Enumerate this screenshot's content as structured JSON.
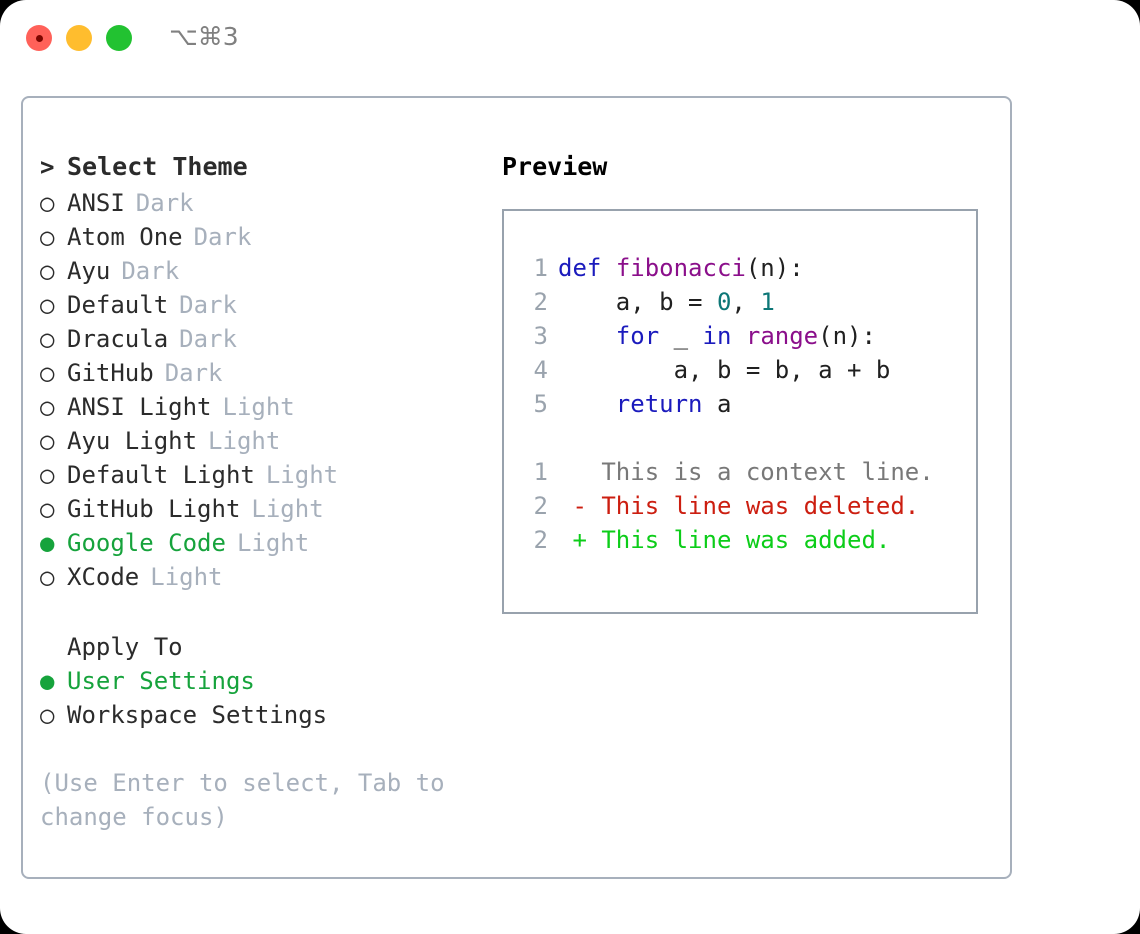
{
  "window": {
    "title": "⌥⌘3",
    "traffic_lights": [
      "close-red",
      "minimize-yellow",
      "maximize-green"
    ]
  },
  "theme_picker": {
    "header_marker": ">",
    "header_label": "Select Theme",
    "selected_marker": "●",
    "unselected_marker": "○",
    "items": [
      {
        "marker": "○",
        "name": "ANSI",
        "variant": "Dark",
        "selected": false
      },
      {
        "marker": "○",
        "name": "Atom One",
        "variant": "Dark",
        "selected": false
      },
      {
        "marker": "○",
        "name": "Ayu",
        "variant": "Dark",
        "selected": false
      },
      {
        "marker": "○",
        "name": "Default",
        "variant": "Dark",
        "selected": false
      },
      {
        "marker": "○",
        "name": "Dracula",
        "variant": "Dark",
        "selected": false
      },
      {
        "marker": "○",
        "name": "GitHub",
        "variant": "Dark",
        "selected": false
      },
      {
        "marker": "○",
        "name": "ANSI Light",
        "variant": "Light",
        "selected": false
      },
      {
        "marker": "○",
        "name": "Ayu Light",
        "variant": "Light",
        "selected": false
      },
      {
        "marker": "○",
        "name": "Default Light",
        "variant": "Light",
        "selected": false
      },
      {
        "marker": "○",
        "name": "GitHub Light",
        "variant": "Light",
        "selected": false
      },
      {
        "marker": "●",
        "name": "Google Code",
        "variant": "Light",
        "selected": true
      },
      {
        "marker": "○",
        "name": "XCode",
        "variant": "Light",
        "selected": false
      }
    ]
  },
  "apply_to": {
    "label": "Apply To",
    "items": [
      {
        "marker": "●",
        "name": "User Settings",
        "selected": true
      },
      {
        "marker": "○",
        "name": "Workspace Settings",
        "selected": false
      }
    ]
  },
  "hint": "(Use Enter to select, Tab to change focus)",
  "preview": {
    "title": "Preview",
    "code_lines": [
      {
        "ln": "1",
        "tokens": [
          {
            "t": "def",
            "c": "kw"
          },
          {
            "t": " ",
            "c": "plain"
          },
          {
            "t": "fibonacci",
            "c": "fn"
          },
          {
            "t": "(n):",
            "c": "plain"
          }
        ]
      },
      {
        "ln": "2",
        "tokens": [
          {
            "t": "    a, b = ",
            "c": "plain"
          },
          {
            "t": "0",
            "c": "num"
          },
          {
            "t": ", ",
            "c": "plain"
          },
          {
            "t": "1",
            "c": "num"
          }
        ]
      },
      {
        "ln": "3",
        "tokens": [
          {
            "t": "    ",
            "c": "plain"
          },
          {
            "t": "for",
            "c": "kw"
          },
          {
            "t": " _ ",
            "c": "plain"
          },
          {
            "t": "in",
            "c": "kw"
          },
          {
            "t": " ",
            "c": "plain"
          },
          {
            "t": "range",
            "c": "fn"
          },
          {
            "t": "(n):",
            "c": "plain"
          }
        ]
      },
      {
        "ln": "4",
        "tokens": [
          {
            "t": "        a, b = b, a + b",
            "c": "plain"
          }
        ]
      },
      {
        "ln": "5",
        "tokens": [
          {
            "t": "    ",
            "c": "plain"
          },
          {
            "t": "return",
            "c": "kw"
          },
          {
            "t": " a",
            "c": "plain"
          }
        ]
      }
    ],
    "diff_lines": [
      {
        "ln": "1",
        "sign": " ",
        "text": "This is a context line.",
        "kind": "context"
      },
      {
        "ln": "2",
        "sign": "-",
        "text": "This line was deleted.",
        "kind": "deleted"
      },
      {
        "ln": "2",
        "sign": "+",
        "text": "This line was added.",
        "kind": "added"
      }
    ]
  },
  "colors": {
    "accent_green": "#16a33c",
    "muted": "#a7b0bc",
    "keyword": "#1b1bbd",
    "function": "#8b0f8b",
    "number": "#0d7777",
    "diff_deleted": "#cc1e10",
    "diff_added": "#0ccd19",
    "panel_border": "#a7b0bc"
  }
}
